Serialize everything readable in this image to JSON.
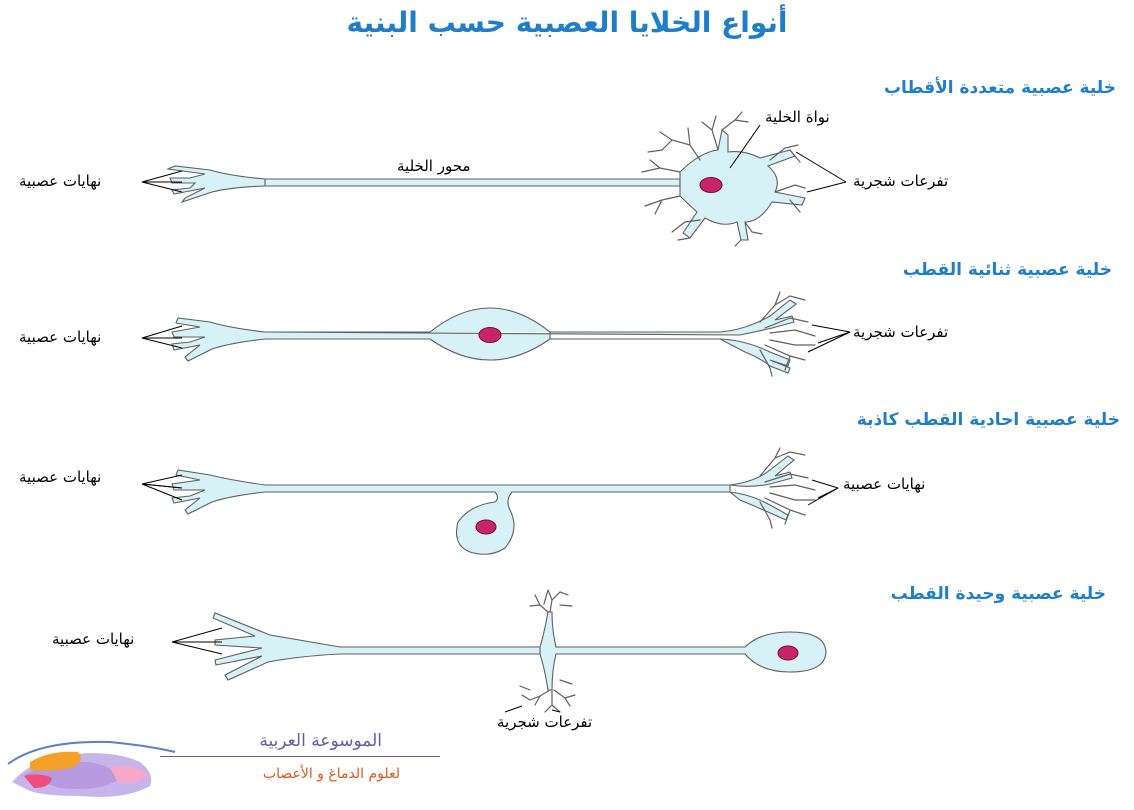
{
  "title": "أنواع الخلايا العصبية حسب البنية",
  "neurons": [
    {
      "type_label": "خلية عصبية متعددة الأقطاب",
      "labels": {
        "nucleus": "نواة الخلية",
        "axon": "محور الخلية",
        "dendrites": "تفرعات شجرية",
        "terminals": "نهايات عصبية"
      }
    },
    {
      "type_label": "خلية عصبية ثنائية القطب",
      "labels": {
        "dendrites": "تفرعات شجرية",
        "terminals": "نهايات عصبية"
      }
    },
    {
      "type_label": "خلية عصبية احادية القطب كاذبة",
      "labels": {
        "right_terminals": "نهايات عصبية",
        "terminals": "نهايات عصبية"
      }
    },
    {
      "type_label": "خلية عصبية وحيدة القطب",
      "labels": {
        "terminals": "نهايات عصبية",
        "dendrites": "تفرعات شجرية"
      }
    }
  ],
  "logo": {
    "name": "الموسوعة العربية",
    "subtitle": "لعلوم الدماغ و الأعصاب"
  },
  "colors": {
    "heading": "#1e7fc8",
    "cell_body": "#d6f2f6",
    "nucleus": "#c8246a",
    "logo_name": "#6a5aa8",
    "logo_subtitle": "#e0561f"
  }
}
